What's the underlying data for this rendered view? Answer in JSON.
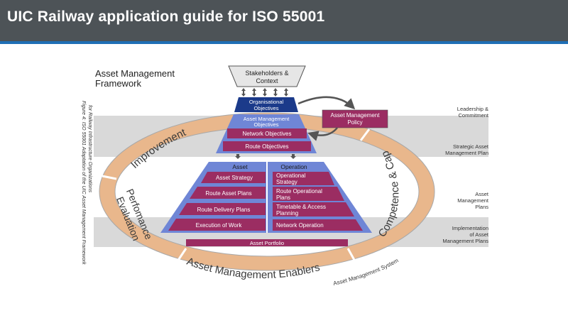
{
  "slide": {
    "title": "UIC Railway application guide for ISO 55001"
  },
  "diagram": {
    "heading_line1": "Asset Management",
    "heading_line2": "Framework",
    "side_caption_line1": "Figure 4: ISO 55001 Adaptation of the UIC Asset Management Framework",
    "side_caption_line2": "for Railway Infrastructure Organizations",
    "stakeholders_line1": "Stakeholders &",
    "stakeholders_line2": "Context",
    "org_objectives_line1": "Organisational",
    "org_objectives_line2": "Objectives",
    "am_objectives_line1": "Asset Management",
    "am_objectives_line2": "Objectives",
    "network_objectives": "Network Objectives",
    "route_objectives": "Route Objectives",
    "am_policy_line1": "Asset Management",
    "am_policy_line2": "Policy",
    "asset_header": "Asset",
    "operation_header": "Operation",
    "asset_items": [
      "Asset Strategy",
      "Route Asset Plans",
      "Route Delivery Plans",
      "Execution of Work"
    ],
    "operation_items": [
      {
        "l1": "Operational",
        "l2": "Strategy"
      },
      {
        "l1": "Route Operational",
        "l2": "Plans"
      },
      {
        "l1": "Timetable & Access",
        "l2": "Planning"
      },
      {
        "l1": "Network Operation",
        "l2": ""
      }
    ],
    "asset_portfolio": "Asset Portfolio",
    "ring_improvement": "Improvement",
    "ring_perf_line1": "Perfomance",
    "ring_perf_line2": "Evaluation",
    "ring_enablers": "Asset Management Enablers",
    "ring_competence": "Competence & Capability",
    "ring_system": "Asset Management System",
    "right_labels": [
      {
        "l1": "Leadership &",
        "l2": "Commitment",
        "l3": ""
      },
      {
        "l1": "Strategic Asset",
        "l2": "Management Plan",
        "l3": ""
      },
      {
        "l1": "Asset",
        "l2": "Management",
        "l3": "Plans"
      },
      {
        "l1": "Implementation",
        "l2": "of Asset",
        "l3": "Management Plans"
      }
    ],
    "colors": {
      "header_bg": "#4d5357",
      "header_stripe": "#1f6fb5",
      "band_grey": "#d9d9d9",
      "ring_tan": "#e9b78c",
      "ring_outline": "#a8a8a8",
      "dark_blue": "#1b3a8a",
      "mid_blue": "#6f86d6",
      "maroon": "#9b2d62",
      "stakeholder_grey": "#e6e6e6"
    }
  }
}
